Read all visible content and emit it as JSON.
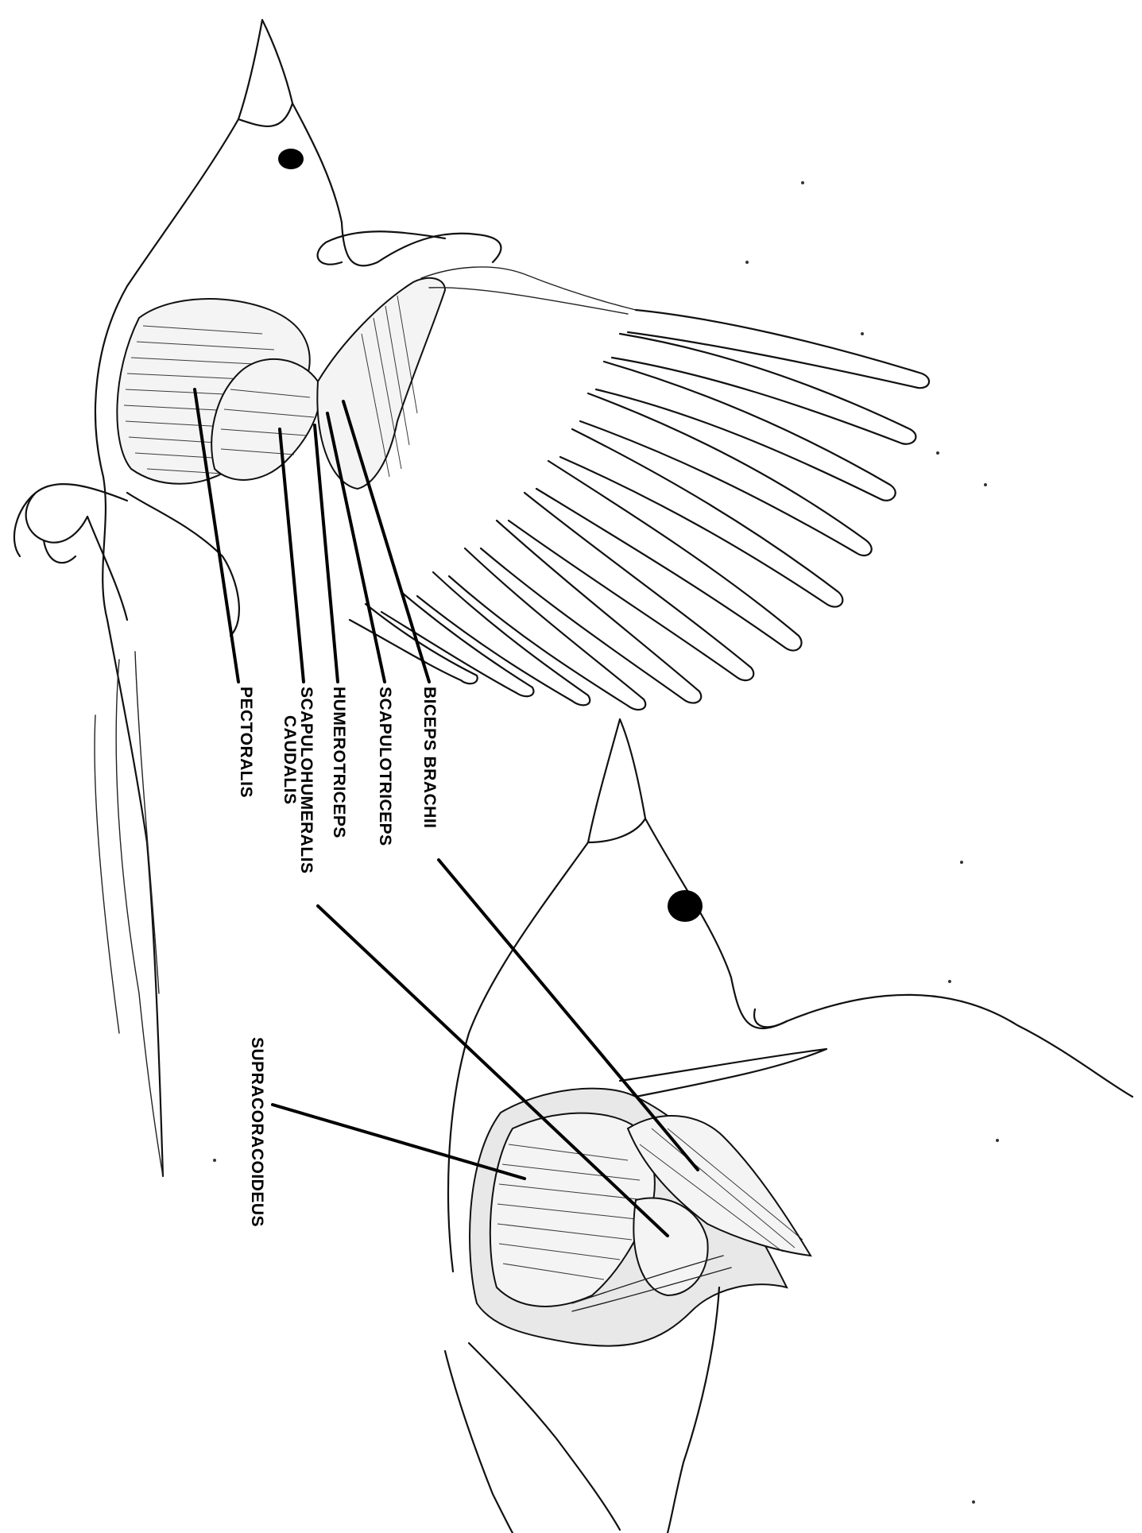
{
  "labels": {
    "pectoralis": "PECTORALIS",
    "scapulohumeralis_line1": "SCAPULOHUMERALIS",
    "scapulohumeralis_line2": "CAUDALIS",
    "humerotriceps": "HUMEROTRICEPS",
    "scapulotriceps": "SCAPULOTRICEPS",
    "biceps_brachii": "BICEPS BRACHII",
    "supracoracoideus": "SUPRACORACOIDEUS"
  },
  "colors": {
    "line": "#111111",
    "background": "#ffffff"
  }
}
